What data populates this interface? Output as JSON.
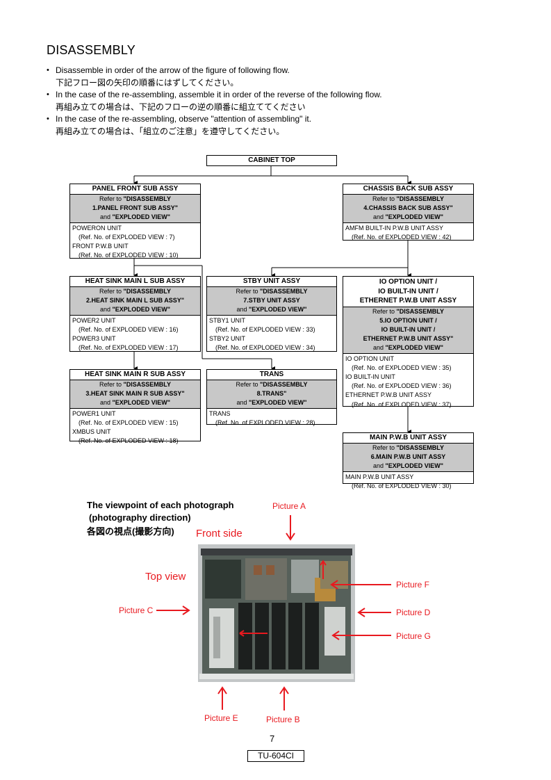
{
  "title": "DISASSEMBLY",
  "bullets": [
    {
      "en": "Disassemble in order of the arrow of the figure of following flow.",
      "jp": "下記フロー図の矢印の順番にはずしてください。"
    },
    {
      "en": "In the case of the re-assembling, assemble it in order of the reverse of the following flow.",
      "jp": "再組み立ての場合は、下記のフローの逆の順番に組立ててください"
    },
    {
      "en": "In the case of the re-assembling, observe \"attention of assembling\" it.",
      "jp": "再組み立ての場合は、「組立のご注意」を遵守してください。"
    }
  ],
  "flow": {
    "cabinet_top": "CABINET TOP",
    "refer_prefix": "Refer to ",
    "and_text": "and ",
    "exploded_view": "\"EXPLODED VIEW\"",
    "boxes": {
      "panel_front": {
        "title": "PANEL FRONT SUB ASSY",
        "ref1": "\"DISASSEMBLY",
        "ref2": "1.PANEL FRONT SUB ASSY\"",
        "parts": [
          {
            "name": "POWERON UNIT",
            "ref": "(Ref. No. of EXPLODED VIEW : 7)"
          },
          {
            "name": "FRONT P.W.B UNIT",
            "ref": "(Ref. No. of EXPLODED VIEW : 10)"
          }
        ]
      },
      "chassis_back": {
        "title": "CHASSIS BACK SUB ASSY",
        "ref1": "\"DISASSEMBLY",
        "ref2": "4.CHASSIS BACK SUB ASSY\"",
        "parts": [
          {
            "name": "AMFM BUILT-IN P.W.B UNIT ASSY",
            "ref": "(Ref. No. of EXPLODED VIEW : 42)"
          }
        ]
      },
      "heat_sink_l": {
        "title": "HEAT SINK MAIN L SUB ASSY",
        "ref1": "\"DISASSEMBLY",
        "ref2": "2.HEAT SINK MAIN L SUB ASSY\"",
        "parts": [
          {
            "name": "POWER2 UNIT",
            "ref": "(Ref. No. of EXPLODED VIEW : 16)"
          },
          {
            "name": "POWER3 UNIT",
            "ref": "(Ref. No. of EXPLODED VIEW : 17)"
          }
        ]
      },
      "stby": {
        "title": "STBY UNIT ASSY",
        "ref1": "\"DISASSEMBLY",
        "ref2": "7.STBY UNIT ASSY",
        "parts": [
          {
            "name": "STBY1 UNIT",
            "ref": "(Ref. No. of EXPLODED VIEW : 33)"
          },
          {
            "name": "STBY2 UNIT",
            "ref": "(Ref. No. of EXPLODED VIEW : 34)"
          }
        ]
      },
      "io_option": {
        "title1": "IO OPTION UNIT /",
        "title2": "IO BUILT-IN UNIT /",
        "title3": "ETHERNET P.W.B UNIT ASSY",
        "ref1": "\"DISASSEMBLY",
        "ref2": "5.IO OPTION UNIT /",
        "ref3": "IO BUILT-IN UNIT /",
        "ref4": "ETHERNET P.W.B UNIT ASSY\"",
        "parts": [
          {
            "name": "IO OPTION UNIT",
            "ref": "(Ref. No. of EXPLODED VIEW : 35)"
          },
          {
            "name": "IO BUILT-IN UNIT",
            "ref": "(Ref. No. of EXPLODED VIEW : 36)"
          },
          {
            "name": "ETHERNET P.W.B UNIT ASSY",
            "ref": "(Ref. No. of EXPLODED VIEW : 37)"
          }
        ]
      },
      "heat_sink_r": {
        "title": "HEAT SINK MAIN R SUB ASSY",
        "ref1": "\"DISASSEMBLY",
        "ref2": "3.HEAT SINK MAIN R SUB ASSY\"",
        "parts": [
          {
            "name": "POWER1 UNIT",
            "ref": "(Ref. No. of EXPLODED VIEW : 15)"
          },
          {
            "name": "XMBUS UNIT",
            "ref": "(Ref. No. of EXPLODED VIEW : 18)"
          }
        ]
      },
      "trans": {
        "title": "TRANS",
        "ref1": "\"DISASSEMBLY",
        "ref2": "8.TRANS\"",
        "parts": [
          {
            "name": "TRANS",
            "ref": "(Ref. No. of EXPLODED VIEW : 28)"
          }
        ]
      },
      "main_pwb": {
        "title": "MAIN P.W.B UNIT ASSY",
        "ref1": "\"DISASSEMBLY",
        "ref2": "6.MAIN P.W.B UNIT ASSY",
        "parts": [
          {
            "name": "MAIN P.W.B UNIT ASSY",
            "ref": "(Ref. No. of EXPLODED VIEW : 30)"
          }
        ]
      }
    }
  },
  "viewpoint": {
    "caption1": "The viewpoint of each photograph",
    "caption2": "(photography direction)",
    "caption_jp": "各図の視点(撮影方向)",
    "front_side": "Front side",
    "top_view": "Top view",
    "labels": {
      "a": "Picture A",
      "b": "Picture B",
      "c": "Picture C",
      "d": "Picture D",
      "e": "Picture E",
      "f": "Picture F",
      "g": "Picture G"
    },
    "accent_color": "#e8191f"
  },
  "page_number": "7",
  "model": "TU-604CI"
}
